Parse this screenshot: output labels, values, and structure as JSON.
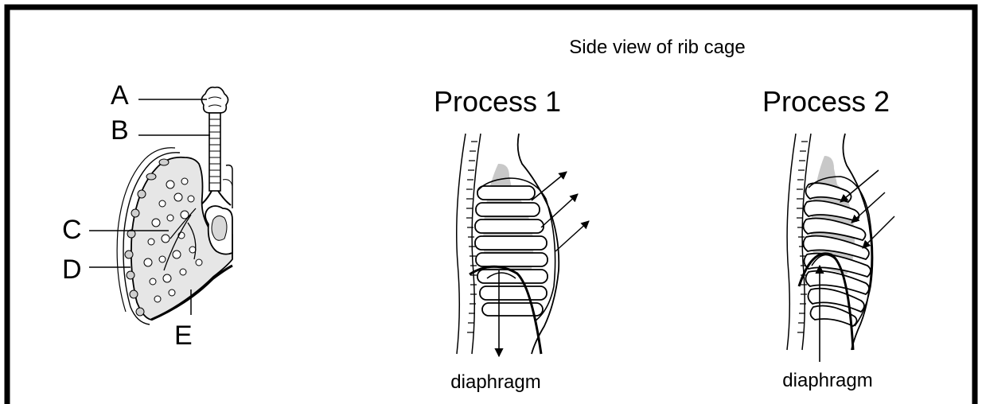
{
  "heading": "Side view of rib cage",
  "lung_labels": {
    "a": "A",
    "b": "B",
    "c": "C",
    "d": "D",
    "e": "E"
  },
  "process1": {
    "title": "Process 1",
    "caption": "diaphragm"
  },
  "process2": {
    "title": "Process 2",
    "caption": "diaphragm"
  },
  "colors": {
    "border": "#000000",
    "ink": "#000000",
    "shade": "#bdbdbd",
    "tissue": "#e6e6e6"
  }
}
